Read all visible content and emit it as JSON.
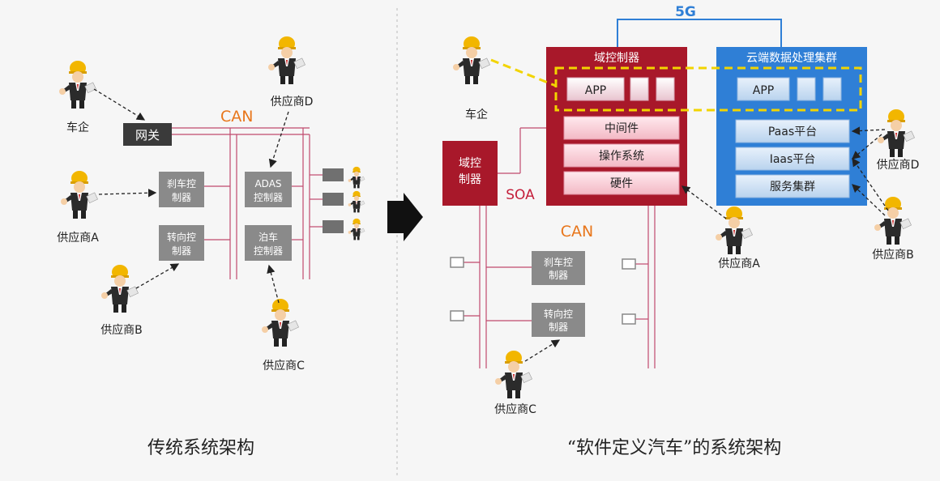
{
  "left": {
    "caption": "传统系统架构",
    "bus_label": "CAN",
    "gateway": "网关",
    "brake_ctrl": [
      "刹车控",
      "制器"
    ],
    "steer_ctrl": [
      "转向控",
      "制器"
    ],
    "adas_ctrl": [
      "ADAS",
      "控制器"
    ],
    "parking_ctrl": [
      "泊车",
      "控制器"
    ],
    "oem": "车企",
    "supplier_a": "供应商A",
    "supplier_b": "供应商B",
    "supplier_c": "供应商C",
    "supplier_d": "供应商D"
  },
  "right": {
    "caption": "“软件定义汽车”的系统架构",
    "link_label": "5G",
    "domain_controller": "域控制器",
    "cloud_cluster": "云端数据处理集群",
    "app": "APP",
    "middleware": "中间件",
    "os": "操作系统",
    "hardware": "硬件",
    "small_domain": [
      "域控",
      "制器"
    ],
    "soa_label": "SOA",
    "bus_label": "CAN",
    "paas": "Paas平台",
    "iaas": "Iaas平台",
    "service_cluster": "服务集群",
    "brake_ctrl": [
      "刹车控",
      "制器"
    ],
    "steer_ctrl": [
      "转向控",
      "制器"
    ],
    "oem": "车企",
    "supplier_a": "供应商A",
    "supplier_b": "供应商B",
    "supplier_c": "供应商C",
    "supplier_d": "供应商D"
  },
  "colors": {
    "can_orange": "#e8761b",
    "dark_red": "#a8182a",
    "cloud_blue": "#2f7fd6",
    "yellow_dash": "#f2d400",
    "gray_box": "#8a8a8a",
    "gateway_dark": "#3a3a3a"
  }
}
